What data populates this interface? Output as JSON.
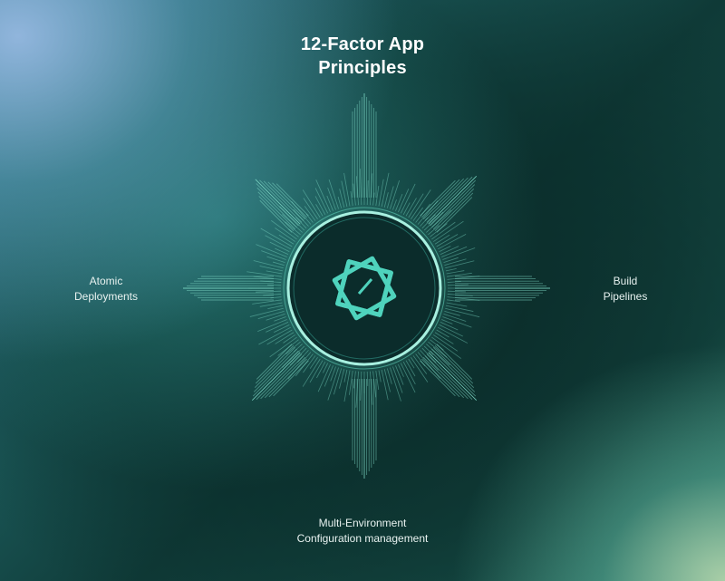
{
  "title": {
    "line1": "12-Factor App",
    "line2": "Principles"
  },
  "labels": {
    "left": {
      "line1": "Atomic",
      "line2": "Deployments"
    },
    "right": {
      "line1": "Build",
      "line2": "Pipelines"
    },
    "bottom": {
      "line1": "Multi-Environment",
      "line2": "Configuration management"
    }
  },
  "colors": {
    "accent": "#4fd3bd",
    "ring": "#a8f0e0",
    "center_fill": "#0b2c2b",
    "ray": "#7fdcc8"
  },
  "icon": "interlocking-squares-star-icon"
}
